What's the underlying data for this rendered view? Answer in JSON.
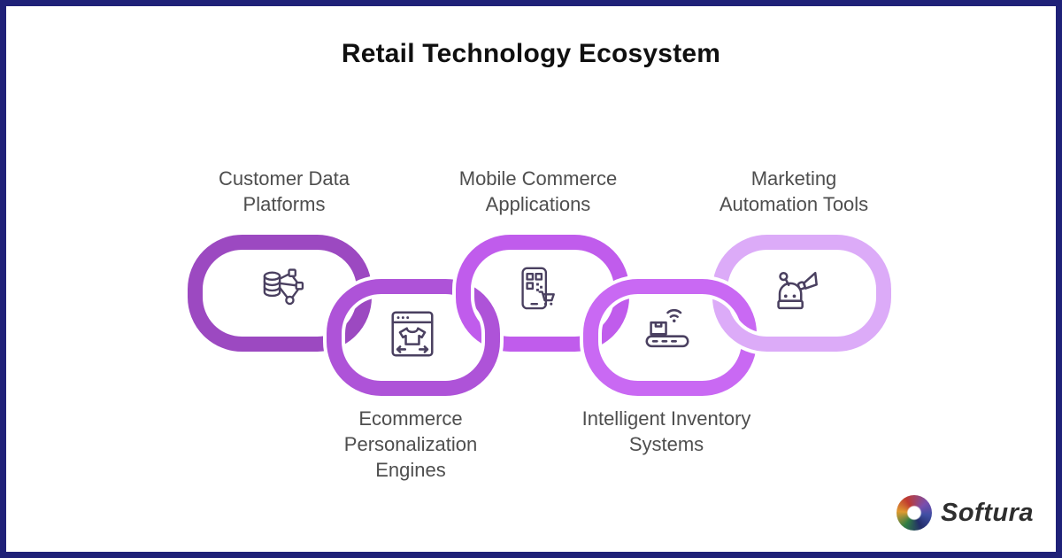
{
  "page": {
    "title": "Retail Technology Ecosystem",
    "background": "#ffffff",
    "border_color": "#1f2178"
  },
  "chain": {
    "icon_stroke": "#4a4060",
    "links": [
      {
        "id": "customer-data-platforms",
        "label_lines": [
          "Customer Data",
          "Platforms"
        ],
        "color": "#9c49c1",
        "icon": "database-share-icon",
        "row": "top"
      },
      {
        "id": "ecommerce-personalization-engines",
        "label_lines": [
          "Ecommerce",
          "Personalization",
          "Engines"
        ],
        "color": "#ae53d8",
        "icon": "browser-resize-tshirt-icon",
        "row": "bottom"
      },
      {
        "id": "mobile-commerce-applications",
        "label_lines": [
          "Mobile Commerce",
          "Applications"
        ],
        "color": "#c05cec",
        "icon": "smartphone-qr-cart-icon",
        "row": "top"
      },
      {
        "id": "intelligent-inventory-systems",
        "label_lines": [
          "Intelligent Inventory",
          "Systems"
        ],
        "color": "#c969f3",
        "icon": "conveyor-box-wifi-icon",
        "row": "bottom"
      },
      {
        "id": "marketing-automation-tools",
        "label_lines": [
          "Marketing",
          "Automation Tools"
        ],
        "color": "#dcabf8",
        "icon": "robot-megaphone-icon",
        "row": "top"
      }
    ]
  },
  "branding": {
    "logo_text": "Softura"
  }
}
